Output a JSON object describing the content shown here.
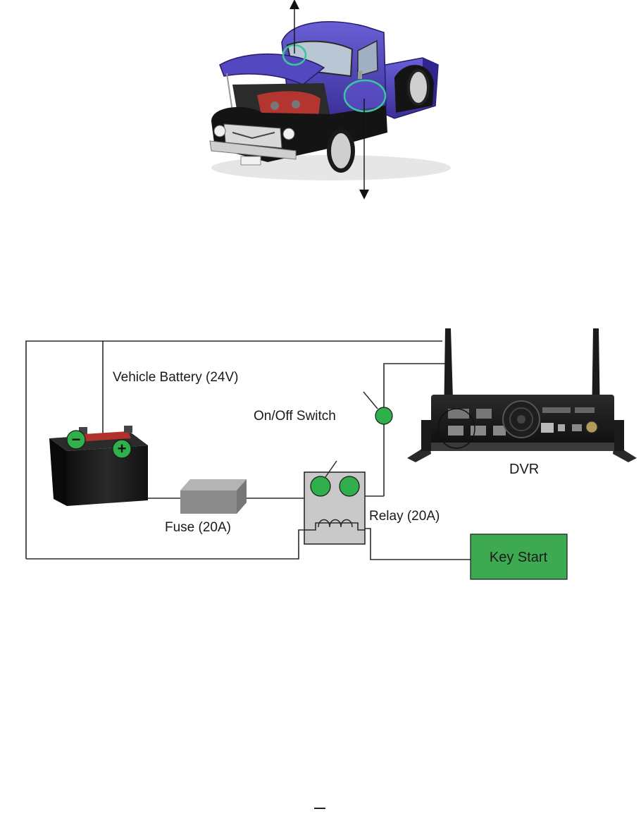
{
  "labels": {
    "vehicle_battery": "Vehicle Battery (24V)",
    "on_off_switch": "On/Off Switch",
    "dvr": "DVR",
    "fuse": "Fuse (20A)",
    "relay": "Relay (20A)",
    "key_start": "Key Start"
  },
  "symbols": {
    "battery_negative": "−",
    "battery_positive": "+"
  },
  "icons": {
    "truck": "pickup-truck-icon",
    "battery": "car-battery-icon",
    "dvr": "dvr-unit-icon",
    "fuse": "fuse-block-icon",
    "relay": "relay-icon"
  },
  "colors": {
    "terminal_green": "#2fb04a",
    "key_start_fill": "#3daa52",
    "highlight_ring": "#3cc49a",
    "truck_body": "#4a3fb0",
    "relay_fill": "#c9c9c9",
    "fuse_fill": "#8c8c8c"
  }
}
